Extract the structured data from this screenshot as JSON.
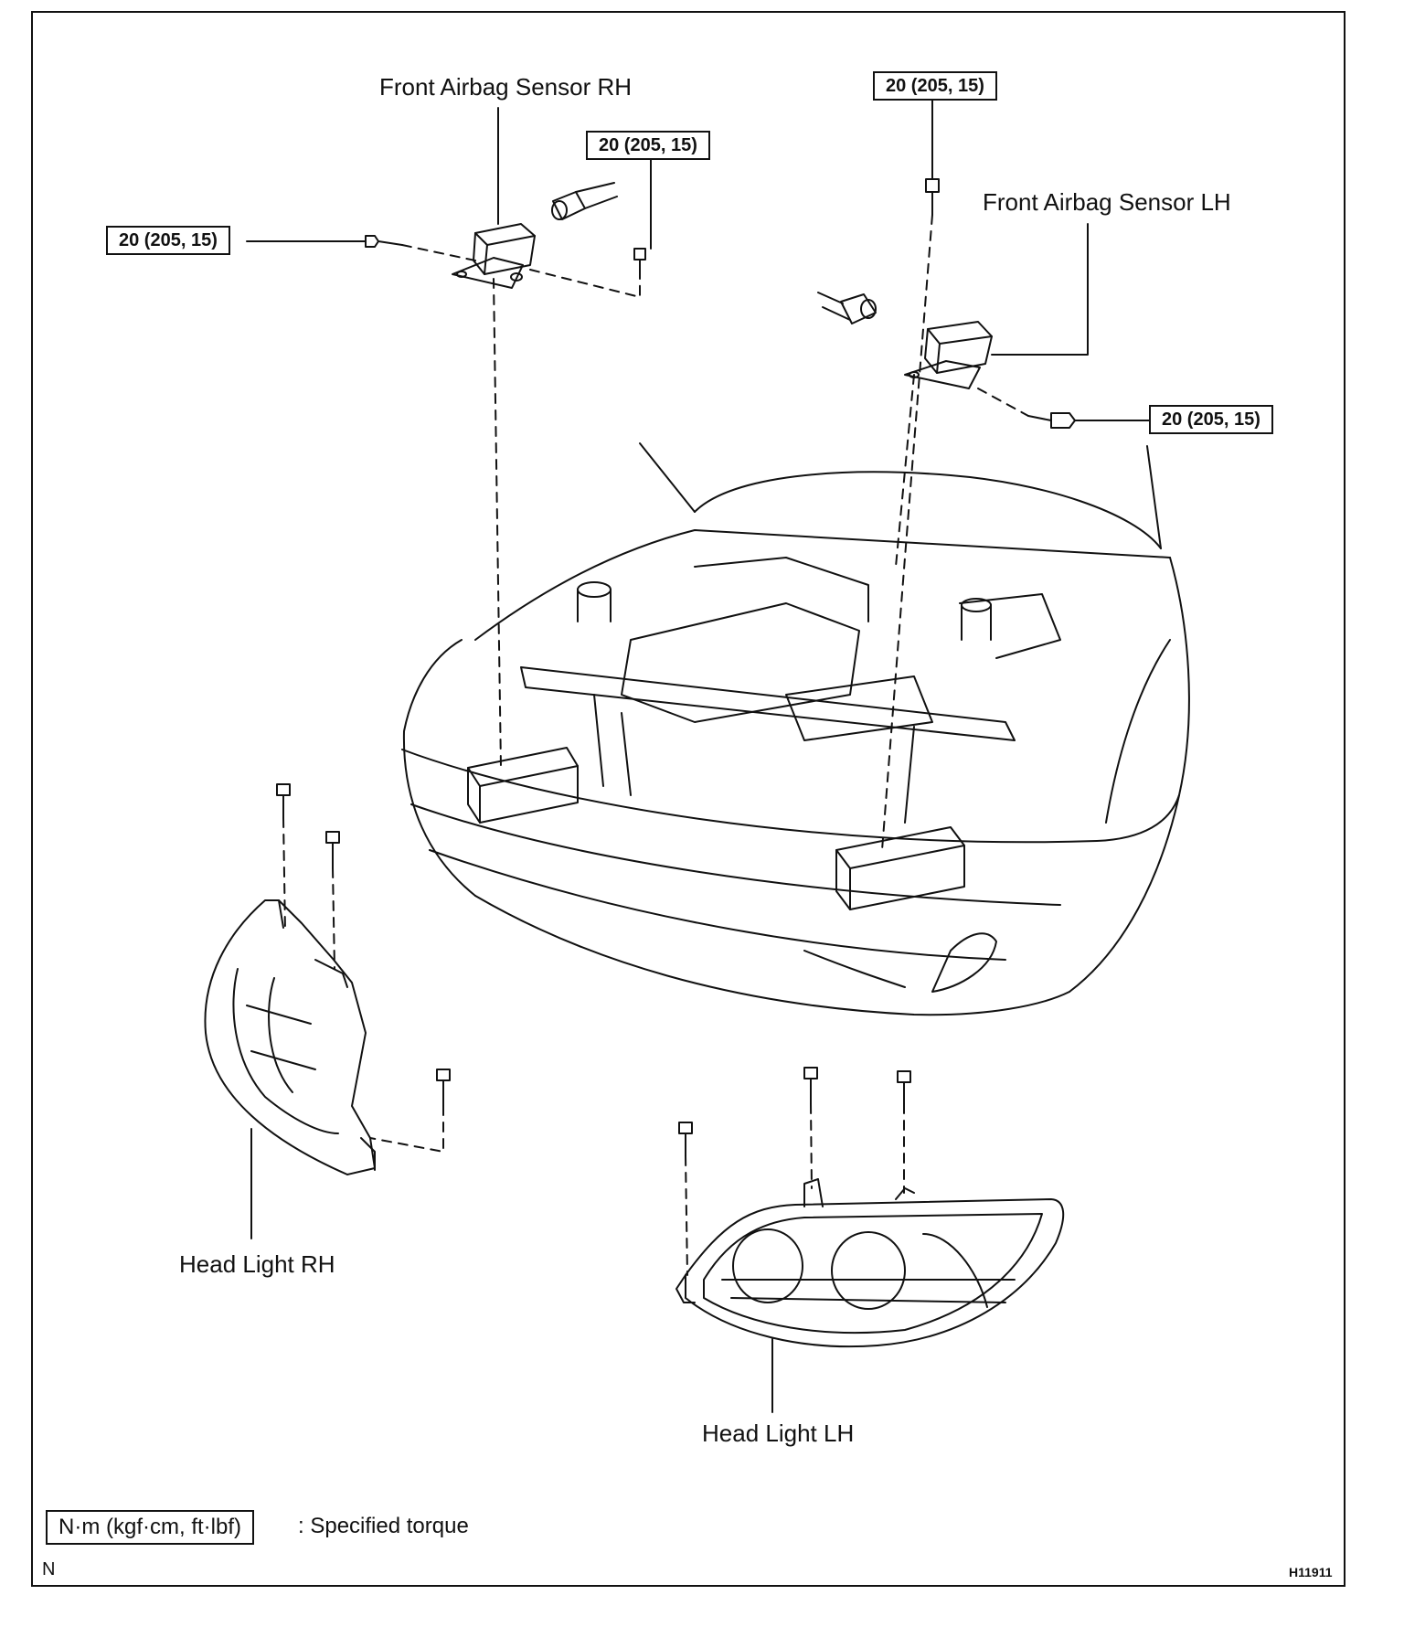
{
  "labels": {
    "airbag_rh": "Front Airbag Sensor RH",
    "airbag_lh": "Front Airbag Sensor LH",
    "headlight_rh": "Head Light RH",
    "headlight_lh": "Head Light LH"
  },
  "torque_callouts": {
    "rh_left": "20 (205, 15)",
    "rh_right": "20 (205, 15)",
    "lh_top": "20 (205, 15)",
    "lh_side": "20 (205, 15)"
  },
  "legend": {
    "unit_box": "N·m (kgf·cm, ft·lbf)",
    "description": ": Specified torque"
  },
  "corner_mark": "N",
  "figure_code": "H11911",
  "icons": [
    "bolt-icon",
    "airbag-sensor-icon",
    "connector-icon",
    "headlight-icon",
    "vehicle-front-icon"
  ]
}
